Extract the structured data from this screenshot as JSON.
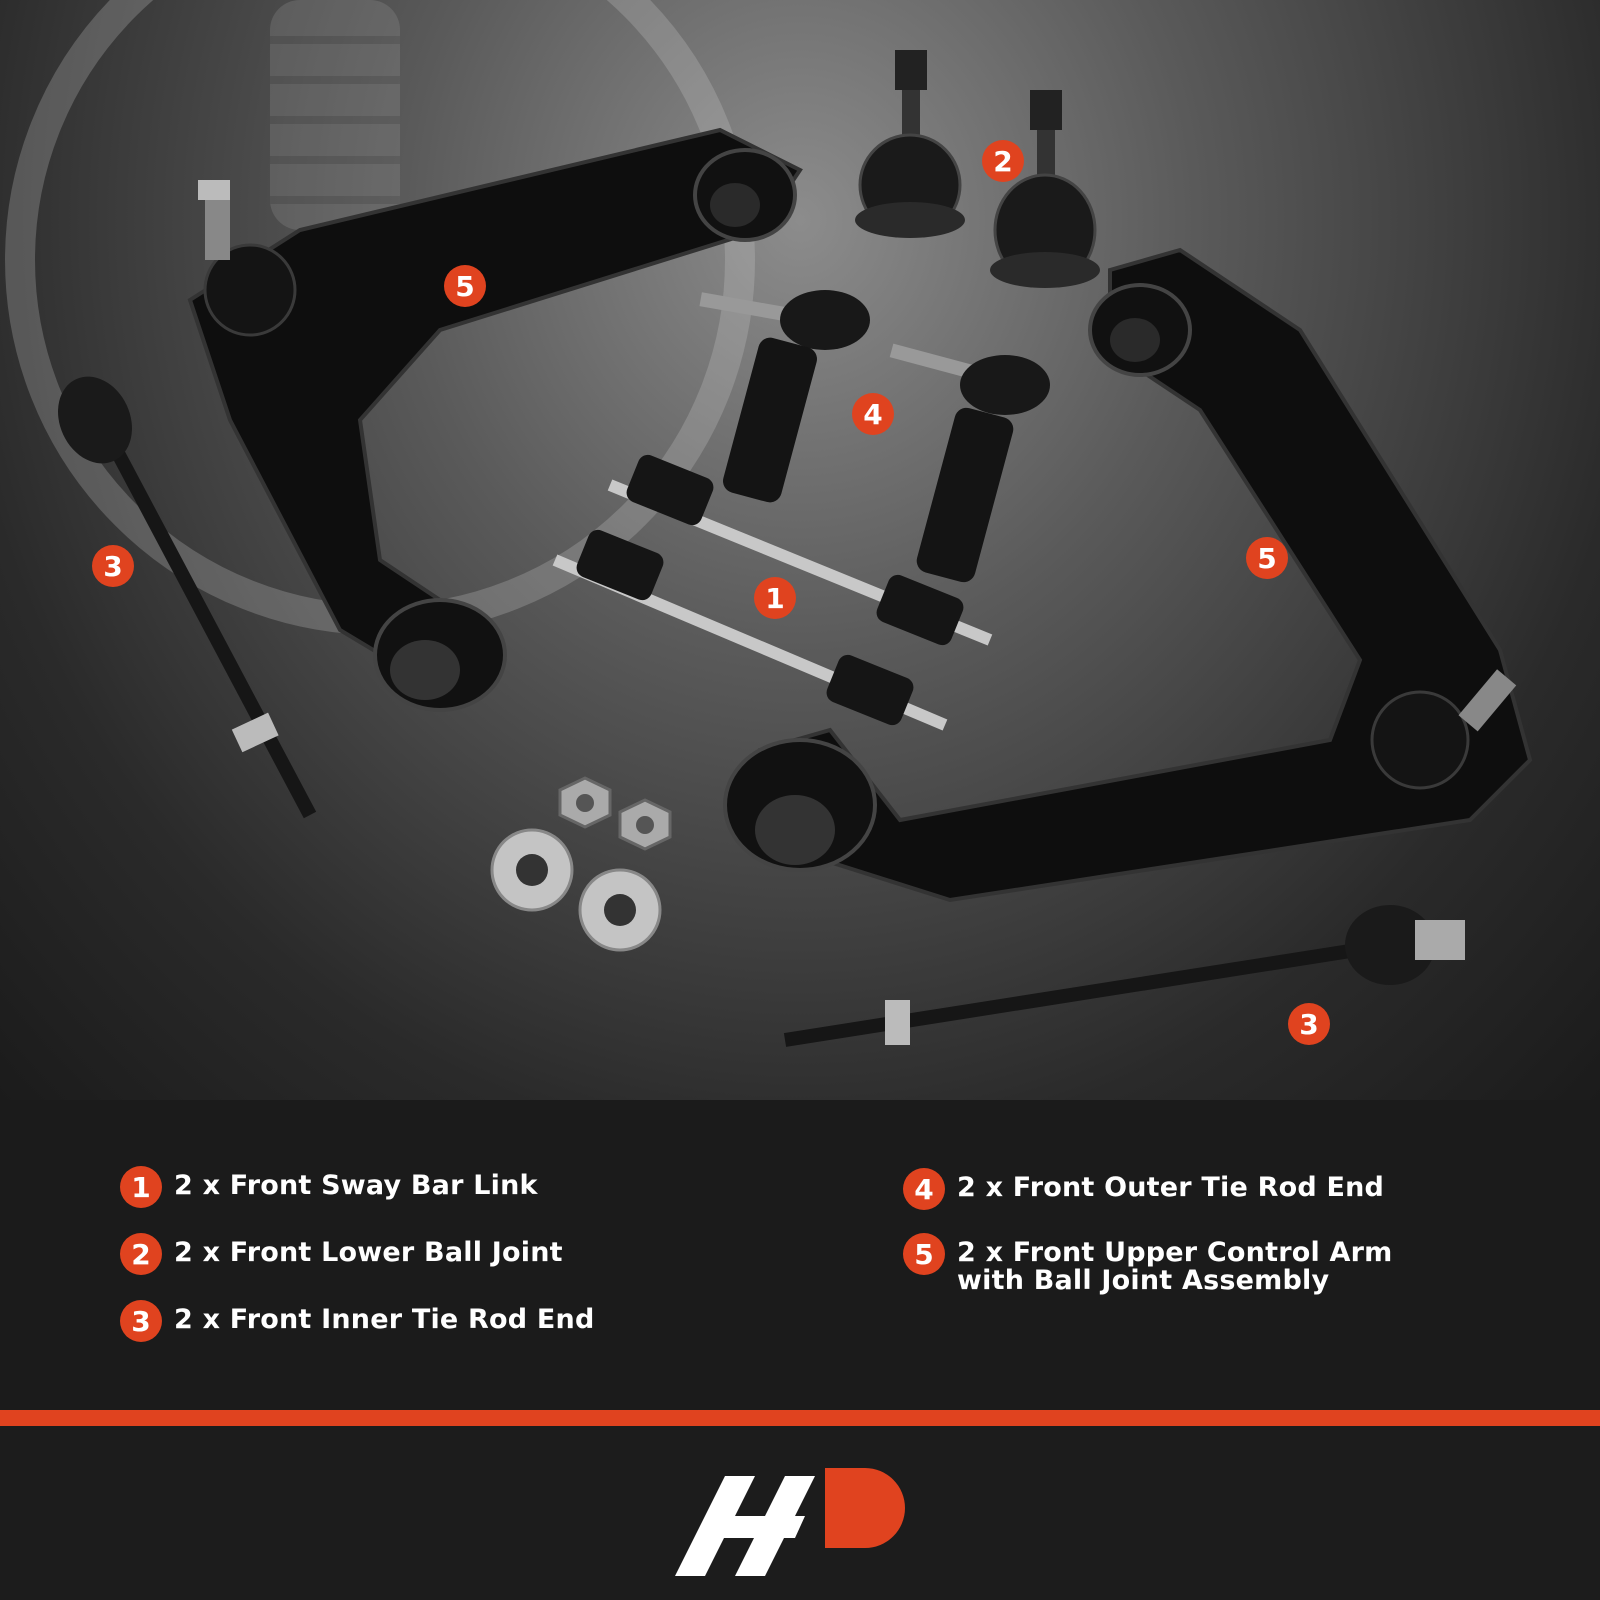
{
  "callouts": [
    "1",
    "2",
    "3",
    "4",
    "5"
  ],
  "legend": [
    {
      "num": "1",
      "text": "2 x Front Sway Bar Link"
    },
    {
      "num": "2",
      "text": "2 x Front Lower Ball Joint"
    },
    {
      "num": "3",
      "text": "2 x Front Inner Tie Rod End"
    },
    {
      "num": "4",
      "text": "2 x Front Outer Tie Rod End"
    },
    {
      "num": "5",
      "text": "2 x Front Upper Control Arm with Ball Joint Assembly"
    }
  ],
  "colors": {
    "accent": "#e0431f",
    "background": "#1c1c1c",
    "text": "#ffffff"
  },
  "logo": "brand-logo"
}
